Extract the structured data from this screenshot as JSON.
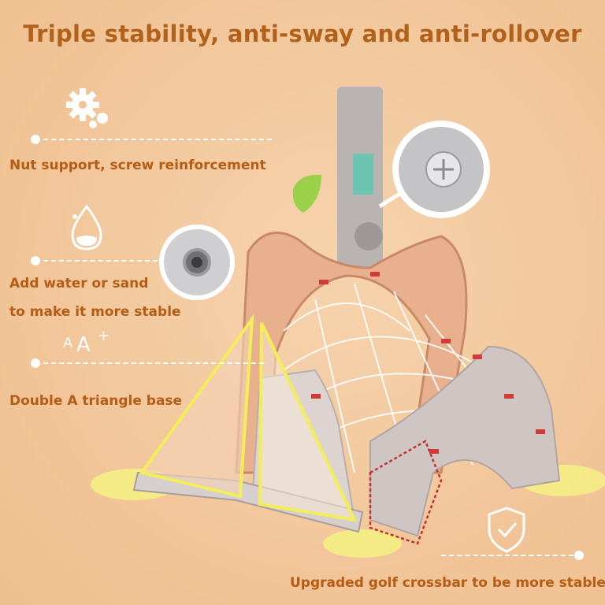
{
  "title": "Triple stability, anti-sway and anti-rollover",
  "features": {
    "nut_support": "Nut support, screw reinforcement",
    "water_sand_line1": "Add water or sand",
    "water_sand_line2": "to make it more stable",
    "double_a": "Double A triangle base",
    "crossbar": "Upgraded golf crossbar to be more stable"
  },
  "icons": [
    "gears-icon",
    "water-drop-icon",
    "font-size-icon",
    "shield-check-icon",
    "screw-zoom-icon",
    "water-plug-zoom-icon"
  ],
  "colors": {
    "background": "#f3c9a0",
    "text": "#b65c15",
    "triangle_outline": "#f2ee58",
    "net_tape": "#d23a3a"
  }
}
